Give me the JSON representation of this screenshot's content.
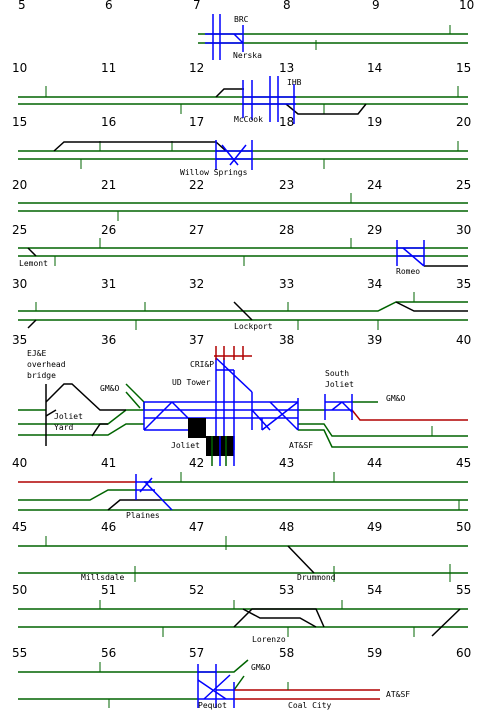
{
  "colors": {
    "track": "#006400",
    "main_black": "#000000",
    "crossing": "#0000ff",
    "red": "#b00000",
    "yard": "#000000"
  },
  "rows": [
    {
      "numbers": [
        "5",
        "6",
        "7",
        "8",
        "9",
        "10"
      ]
    },
    {
      "numbers": [
        "10",
        "11",
        "12",
        "13",
        "14",
        "15"
      ]
    },
    {
      "numbers": [
        "15",
        "16",
        "17",
        "18",
        "19",
        "20"
      ]
    },
    {
      "numbers": [
        "20",
        "21",
        "22",
        "23",
        "24",
        "25"
      ]
    },
    {
      "numbers": [
        "25",
        "26",
        "27",
        "28",
        "29",
        "30"
      ]
    },
    {
      "numbers": [
        "30",
        "31",
        "32",
        "33",
        "34",
        "35"
      ]
    },
    {
      "numbers": [
        "35",
        "36",
        "37",
        "38",
        "39",
        "40"
      ]
    },
    {
      "numbers": [
        "40",
        "41",
        "42",
        "43",
        "44",
        "45"
      ]
    },
    {
      "numbers": [
        "45",
        "46",
        "47",
        "48",
        "49",
        "50"
      ]
    },
    {
      "numbers": [
        "50",
        "51",
        "52",
        "53",
        "54",
        "55"
      ]
    },
    {
      "numbers": [
        "55",
        "56",
        "57",
        "58",
        "59",
        "60"
      ]
    }
  ],
  "labels": {
    "brc": "BRC",
    "nerska": "Nerska",
    "ihb": "IHB",
    "mccook": "McCook",
    "willow_springs": "Willow Springs",
    "lemont": "Lemont",
    "romeo": "Romeo",
    "lockport": "Lockport",
    "ejande_1": "EJ&E",
    "ejande_2": "overhead",
    "ejande_3": "bridge",
    "gmando_joliet": "GM&O",
    "crisp": "CRI&P",
    "ud_tower": "UD Tower",
    "south_joliet_1": "South",
    "south_joliet_2": "Joliet",
    "gmando_east": "GM&O",
    "joliet_yard_1": "Joliet",
    "joliet_yard_2": "Yard",
    "joliet": "Joliet",
    "atsf_joliet": "AT&SF",
    "plaines": "Plaines",
    "millsdale": "Millsdale",
    "drummond": "Drummond",
    "lorenzo": "Lorenzo",
    "gmando_pequot": "GM&O",
    "atsf_pequot": "AT&SF",
    "pequot": "Pequot",
    "coal_city": "Coal City"
  }
}
